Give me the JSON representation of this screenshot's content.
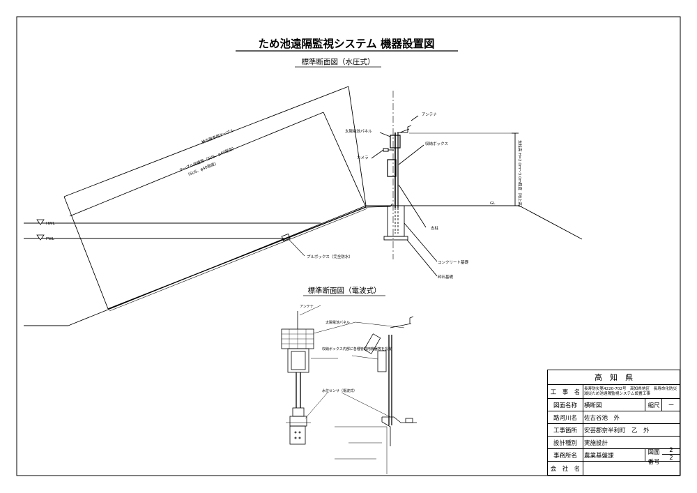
{
  "title": "ため池遠隔監視システム 機器設置図",
  "section1": {
    "heading": "標準断面図（水圧式）",
    "labels": {
      "antenna": "アンテナ",
      "solar_panel": "太陽電池パネル",
      "storage_box": "収納ボックス",
      "camera": "カメラ",
      "cable_top": "検出器専用ケーブル",
      "conduit": "ケーブル保護管（SUS、φ40程度）",
      "conduit2": "(SUS、φ40程度)",
      "hwl": "HWL",
      "fwl": "FWL",
      "pull_box": "プルボックス（完全防水）",
      "pillar": "支柱",
      "concrete": "コンクリート基礎",
      "gravel": "砕石基礎",
      "gl": "GL",
      "height_note": "支柱高 H=2.0ｍ～3.0ｍ程度（地上高）"
    }
  },
  "section2": {
    "heading": "標準断面図（電波式）",
    "labels": {
      "antenna": "アンテナ",
      "solar_panel": "太陽電池パネル",
      "storage_note": "収納ボックス内部に各種管理用機器等を設置",
      "water_sensor": "水位センサ（電波式）"
    }
  },
  "title_block": {
    "prefecture": "高　知　県",
    "rows": [
      {
        "label": "工　事　名",
        "value": "長寿防災第4220-702号　高知県地区　長寿命化防災減災ため池遠隔監視システム設置工事"
      },
      {
        "label": "図面名称",
        "value": "横断図",
        "extra_label": "縮尺",
        "extra_value": "ー"
      },
      {
        "label": "路河川名",
        "value": "佐古谷池　外"
      },
      {
        "label": "工事箇所",
        "value": "安芸郡奈半利町　乙　外"
      },
      {
        "label": "設計種別",
        "value": "実施設計"
      },
      {
        "label": "事務所名",
        "value": "農業基盤課"
      },
      {
        "label": "会　社　名",
        "value": ""
      }
    ],
    "drawing_label": "図面",
    "drawing_no": "2",
    "number_label": "番号",
    "number_value": "2"
  }
}
